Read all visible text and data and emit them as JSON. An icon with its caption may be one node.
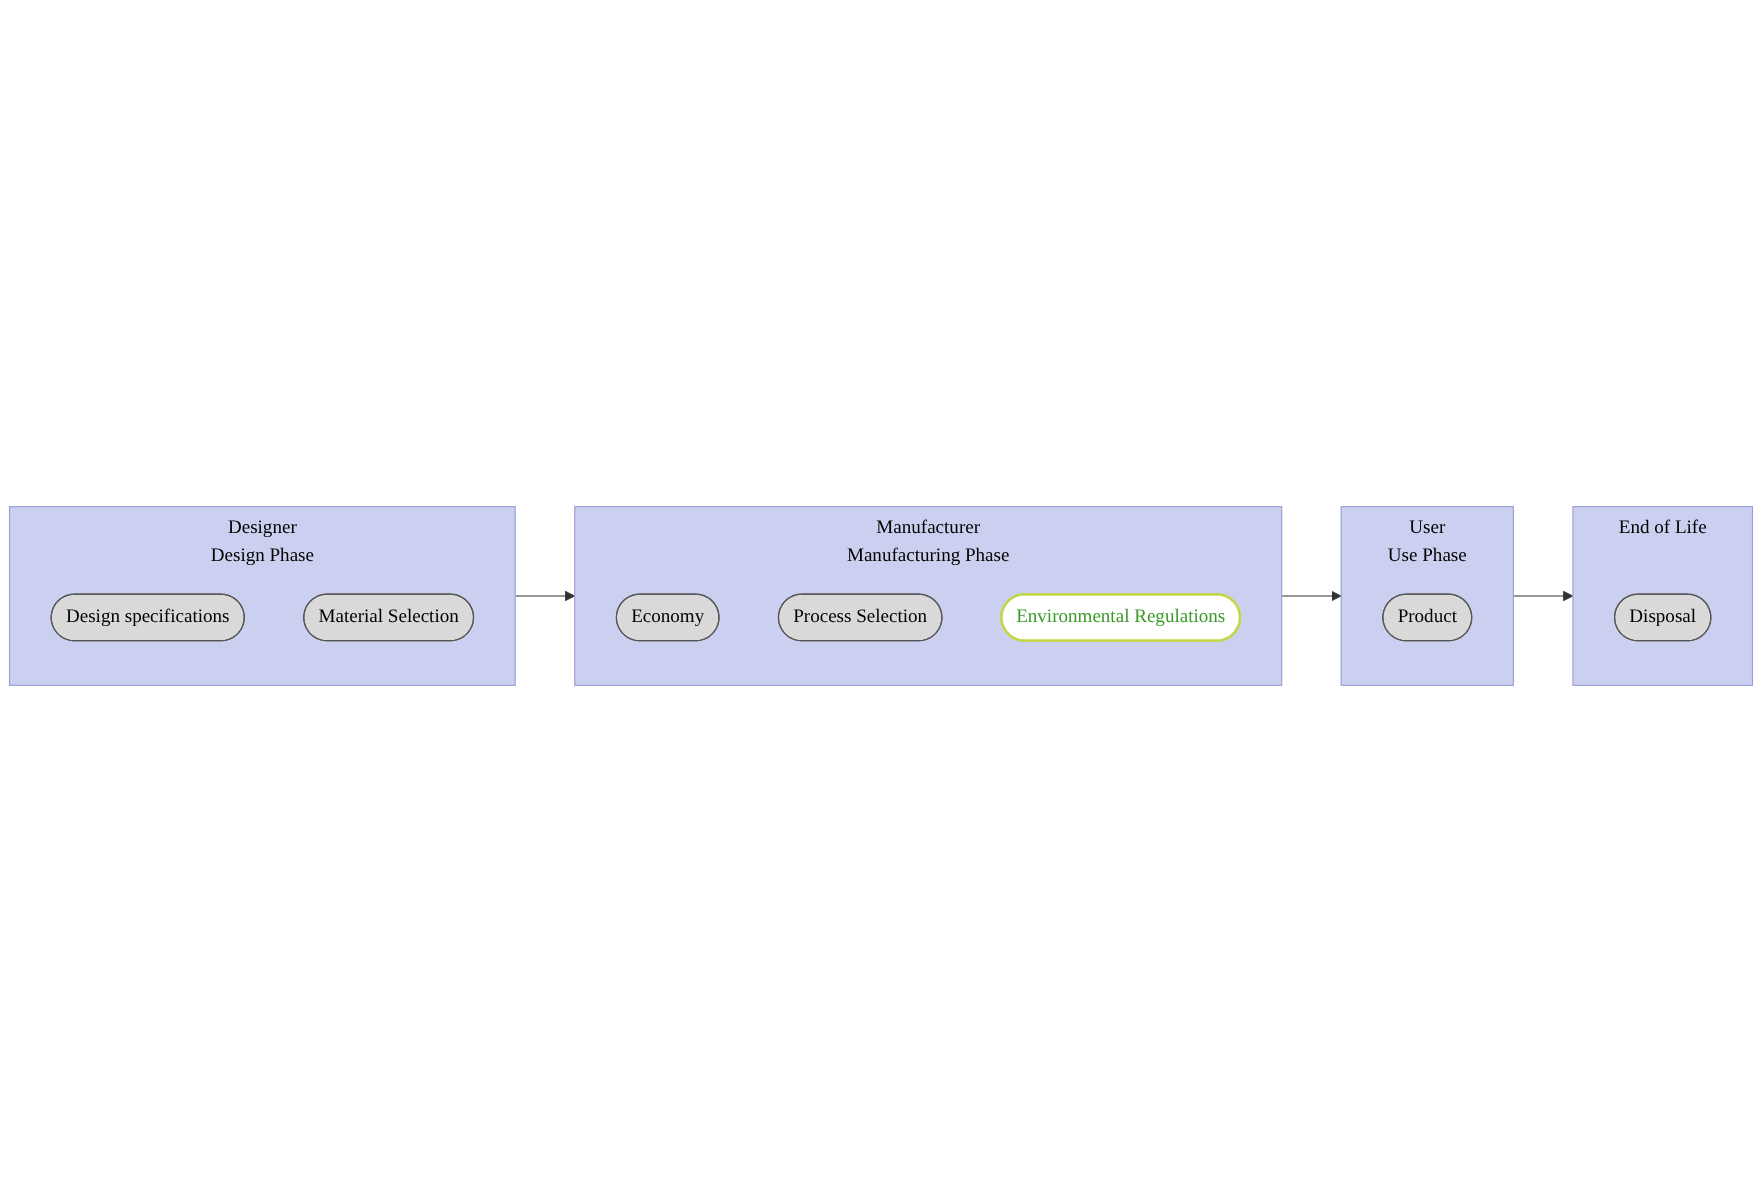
{
  "diagram": {
    "nodes": [
      {
        "text": [
          "Designer",
          "Design Phase"
        ]
      },
      {
        "text": [
          "Design specifications"
        ],
        "in": 0
      },
      {
        "text": [
          "Material Selection"
        ],
        "in": 0
      },
      {
        "text": [
          "Manufacturer",
          "Manufacturing Phase"
        ]
      },
      {
        "text": [
          "Economy"
        ],
        "in": 3
      },
      {
        "text": [
          "Process Selection"
        ],
        "in": 3
      },
      {
        "text": [
          "Environmental Regulations"
        ],
        "in": 3
      },
      {
        "text": [
          "End of Life"
        ]
      },
      {
        "text": [
          "Disposal"
        ],
        "in": 7
      },
      {
        "text": [
          "User",
          "Use Phase"
        ]
      },
      {
        "text": [
          "Product"
        ],
        "in": 9
      }
    ],
    "edges": [
      {
        "from": 0,
        "to": 3,
        "arrow": "to"
      },
      {
        "from": 3,
        "to": 9,
        "arrow": "to"
      },
      {
        "from": 9,
        "to": 7,
        "arrow": "to"
      }
    ]
  }
}
